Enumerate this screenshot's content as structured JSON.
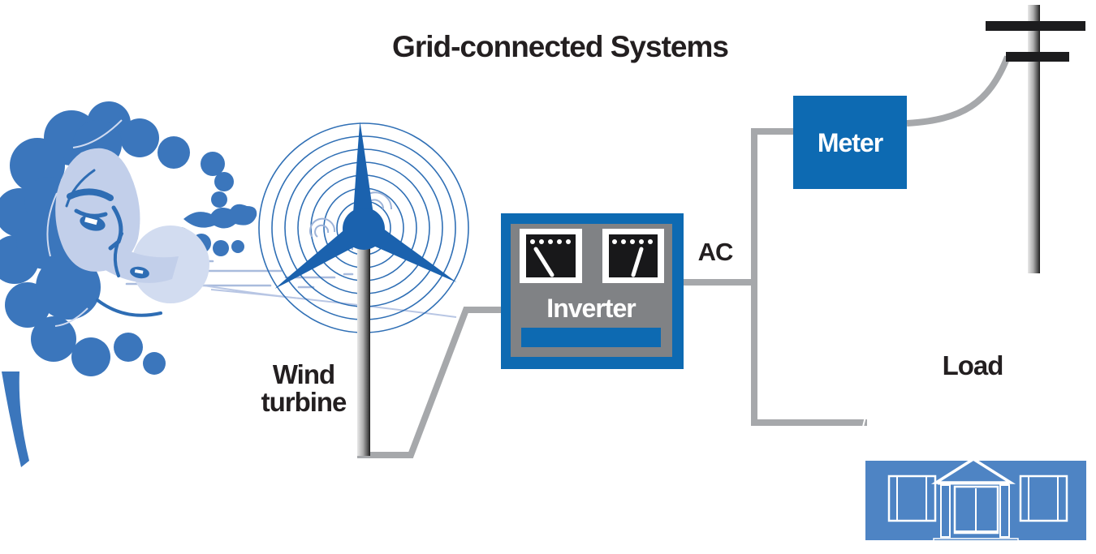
{
  "title": "Grid-connected Systems",
  "labels": {
    "wind_turbine_line1": "Wind",
    "wind_turbine_line2": "turbine",
    "inverter": "Inverter",
    "ac": "AC",
    "meter": "Meter",
    "load": "Load"
  },
  "colors": {
    "box_blue": "#0d6ab2",
    "inverter_gray": "#808285",
    "wire_gray": "#a6a8ab",
    "house_blue": "#4e84c4",
    "cloud_blue": "#3b76bc",
    "face_light_blue": "#c2cfea",
    "turbine_blue": "#1b62ae",
    "rotation_ring_blue": "#2f6fb5",
    "text_black": "#231f20",
    "crossarm_black": "#1c1c1e",
    "gauge_black": "#18181a"
  },
  "icons": {
    "wind-face-icon": "blowing wind cloud face",
    "wind-turbine-icon": "three-blade wind turbine with rotation rings",
    "gauge-icon": "analog panel meter with needle",
    "utility-pole-icon": "power pole with two crossarms",
    "house-icon": "house with portico, two windows and chimney"
  }
}
